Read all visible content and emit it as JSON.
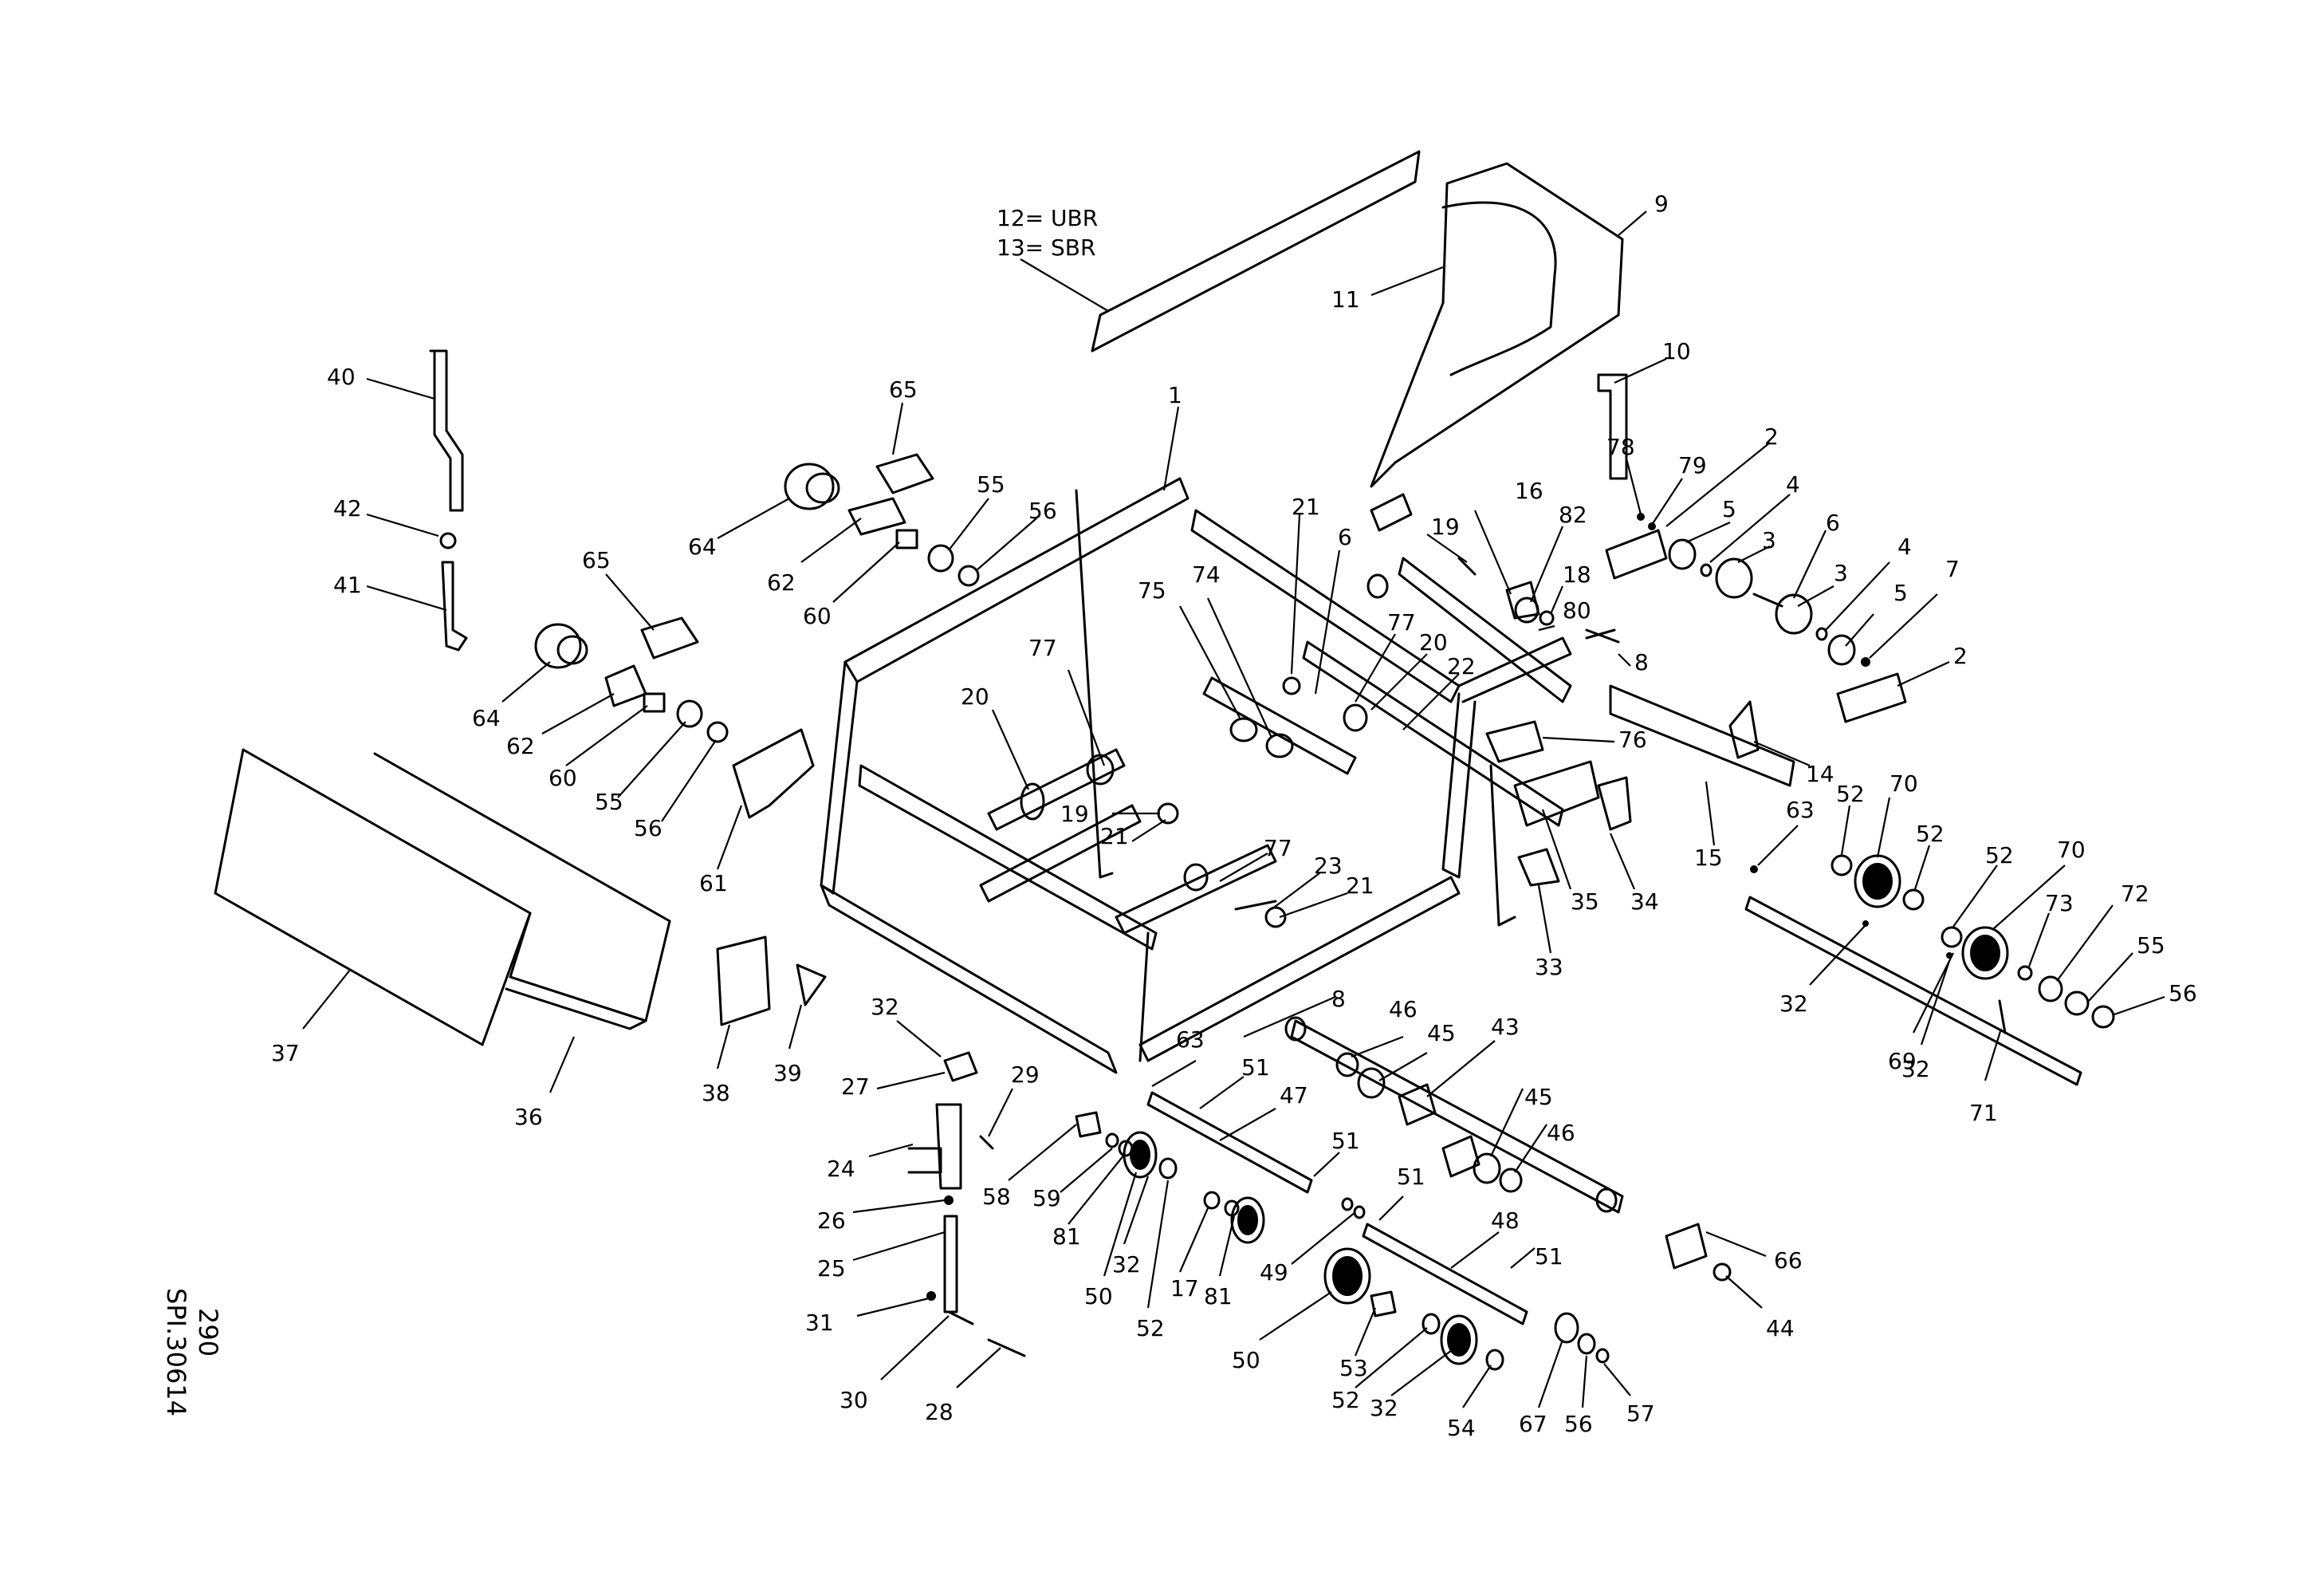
{
  "legend": {
    "line1": "12= UBR",
    "line2": "13= SBR"
  },
  "drawing": {
    "page_number": "290",
    "reference": "SPI.30614"
  },
  "callouts": [
    {
      "id": "c9",
      "label": "9"
    },
    {
      "id": "c11",
      "label": "11"
    },
    {
      "id": "c10",
      "label": "10"
    },
    {
      "id": "c40",
      "label": "40"
    },
    {
      "id": "c65a",
      "label": "65"
    },
    {
      "id": "c1",
      "label": "1"
    },
    {
      "id": "c2a",
      "label": "2"
    },
    {
      "id": "c78",
      "label": "78"
    },
    {
      "id": "c79",
      "label": "79"
    },
    {
      "id": "c4a",
      "label": "4"
    },
    {
      "id": "c42",
      "label": "42"
    },
    {
      "id": "c55a",
      "label": "55"
    },
    {
      "id": "c64a",
      "label": "64"
    },
    {
      "id": "c56a",
      "label": "56"
    },
    {
      "id": "c21a",
      "label": "21"
    },
    {
      "id": "c6a",
      "label": "6"
    },
    {
      "id": "c19a",
      "label": "19"
    },
    {
      "id": "c16",
      "label": "16"
    },
    {
      "id": "c82",
      "label": "82"
    },
    {
      "id": "c5a",
      "label": "5"
    },
    {
      "id": "c3a",
      "label": "3"
    },
    {
      "id": "c6b",
      "label": "6"
    },
    {
      "id": "c62a",
      "label": "62"
    },
    {
      "id": "c41",
      "label": "41"
    },
    {
      "id": "c65b",
      "label": "65"
    },
    {
      "id": "c60a",
      "label": "60"
    },
    {
      "id": "c75",
      "label": "75"
    },
    {
      "id": "c74",
      "label": "74"
    },
    {
      "id": "c18",
      "label": "18"
    },
    {
      "id": "c3b",
      "label": "3"
    },
    {
      "id": "c4b",
      "label": "4"
    },
    {
      "id": "c7",
      "label": "7"
    },
    {
      "id": "c80",
      "label": "80"
    },
    {
      "id": "c5b",
      "label": "5"
    },
    {
      "id": "c77a",
      "label": "77"
    },
    {
      "id": "c20a",
      "label": "20"
    },
    {
      "id": "c22",
      "label": "22"
    },
    {
      "id": "c8a",
      "label": "8"
    },
    {
      "id": "c2b",
      "label": "2"
    },
    {
      "id": "c64b",
      "label": "64"
    },
    {
      "id": "c77b",
      "label": "77"
    },
    {
      "id": "c20b",
      "label": "20"
    },
    {
      "id": "c62b",
      "label": "62"
    },
    {
      "id": "c60b",
      "label": "60"
    },
    {
      "id": "c76",
      "label": "76"
    },
    {
      "id": "c14",
      "label": "14"
    },
    {
      "id": "c55b",
      "label": "55"
    },
    {
      "id": "c56b",
      "label": "56"
    },
    {
      "id": "c19b",
      "label": "19"
    },
    {
      "id": "c21b",
      "label": "21"
    },
    {
      "id": "c70a",
      "label": "70"
    },
    {
      "id": "c52a",
      "label": "52"
    },
    {
      "id": "c63a",
      "label": "63"
    },
    {
      "id": "c52b",
      "label": "52"
    },
    {
      "id": "c70b",
      "label": "70"
    },
    {
      "id": "c52c",
      "label": "52"
    },
    {
      "id": "c15",
      "label": "15"
    },
    {
      "id": "c61",
      "label": "61"
    },
    {
      "id": "c77c",
      "label": "77"
    },
    {
      "id": "c23",
      "label": "23"
    },
    {
      "id": "c21c",
      "label": "21"
    },
    {
      "id": "c35",
      "label": "35"
    },
    {
      "id": "c34",
      "label": "34"
    },
    {
      "id": "c33",
      "label": "33"
    },
    {
      "id": "c73",
      "label": "73"
    },
    {
      "id": "c72",
      "label": "72"
    },
    {
      "id": "c55c",
      "label": "55"
    },
    {
      "id": "c56c",
      "label": "56"
    },
    {
      "id": "c32a",
      "label": "32"
    },
    {
      "id": "c37",
      "label": "37"
    },
    {
      "id": "c36",
      "label": "36"
    },
    {
      "id": "c38",
      "label": "38"
    },
    {
      "id": "c39",
      "label": "39"
    },
    {
      "id": "c32b",
      "label": "32"
    },
    {
      "id": "c8b",
      "label": "8"
    },
    {
      "id": "c46a",
      "label": "46"
    },
    {
      "id": "c45a",
      "label": "45"
    },
    {
      "id": "c43",
      "label": "43"
    },
    {
      "id": "c69",
      "label": "69"
    },
    {
      "id": "c32c",
      "label": "32"
    },
    {
      "id": "c71",
      "label": "71"
    },
    {
      "id": "c27",
      "label": "27"
    },
    {
      "id": "c29",
      "label": "29"
    },
    {
      "id": "c63b",
      "label": "63"
    },
    {
      "id": "c51a",
      "label": "51"
    },
    {
      "id": "c47",
      "label": "47"
    },
    {
      "id": "c24",
      "label": "24"
    },
    {
      "id": "c58",
      "label": "58"
    },
    {
      "id": "c59",
      "label": "59"
    },
    {
      "id": "c51b",
      "label": "51"
    },
    {
      "id": "c45b",
      "label": "45"
    },
    {
      "id": "c46b",
      "label": "46"
    },
    {
      "id": "c26",
      "label": "26"
    },
    {
      "id": "c51c",
      "label": "51"
    },
    {
      "id": "c81a",
      "label": "81"
    },
    {
      "id": "c48",
      "label": "48"
    },
    {
      "id": "c25",
      "label": "25"
    },
    {
      "id": "c32d",
      "label": "32"
    },
    {
      "id": "c17",
      "label": "17"
    },
    {
      "id": "c49",
      "label": "49"
    },
    {
      "id": "c51d",
      "label": "51"
    },
    {
      "id": "c66",
      "label": "66"
    },
    {
      "id": "c50a",
      "label": "50"
    },
    {
      "id": "c81b",
      "label": "81"
    },
    {
      "id": "c31",
      "label": "31"
    },
    {
      "id": "c52d",
      "label": "52"
    },
    {
      "id": "c44",
      "label": "44"
    },
    {
      "id": "c50b",
      "label": "50"
    },
    {
      "id": "c30",
      "label": "30"
    },
    {
      "id": "c53",
      "label": "53"
    },
    {
      "id": "c52e",
      "label": "52"
    },
    {
      "id": "c32e",
      "label": "32"
    },
    {
      "id": "c28",
      "label": "28"
    },
    {
      "id": "c54",
      "label": "54"
    },
    {
      "id": "c67",
      "label": "67"
    },
    {
      "id": "c56d",
      "label": "56"
    },
    {
      "id": "c57",
      "label": "57"
    }
  ]
}
